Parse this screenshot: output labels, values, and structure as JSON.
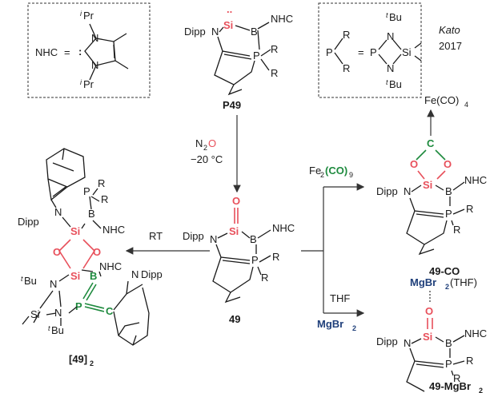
{
  "legend_nhc": {
    "label": "NHC",
    "eq": "=",
    "ipr_top": "Pr",
    "ipr_bottom": "Pr",
    "ipr_prefix": "i",
    "n_top": "N",
    "n_bottom": "N"
  },
  "legend_pr2": {
    "p": "P",
    "r_top": "R",
    "r_bottom": "R",
    "eq": "=",
    "p2": "P",
    "tbu_top": "Bu",
    "tbu_bottom": "Bu",
    "tbu_prefix": "t",
    "n_top": "N",
    "n_bottom": "N",
    "si": "Si"
  },
  "reference": {
    "author": "Kato",
    "year": "2017"
  },
  "compounds": {
    "p49": {
      "label": "P49",
      "si": "Si",
      "dipp": "Dipp",
      "n": "N",
      "b": "B",
      "nhc": "NHC",
      "p": "P",
      "r1": "R",
      "r2": "R"
    },
    "c49": {
      "label": "49",
      "si": "Si",
      "o": "O",
      "dipp": "Dipp",
      "n": "N",
      "b": "B",
      "nhc": "NHC",
      "p": "P",
      "r1": "R",
      "r2": "R"
    },
    "dimer": {
      "label_main": "[49]",
      "label_sub": "2",
      "si_top": "Si",
      "si_bottom": "Si",
      "o1": "O",
      "o2": "O",
      "dipp": "Dipp",
      "n": "N",
      "b_top": "B",
      "b_bottom": "B",
      "nhc_top": "NHC",
      "nhc_bottom": "NHC",
      "p_top": "P",
      "p_bottom": "P",
      "r1": "R",
      "r2": "R",
      "n_dipp": "N",
      "dipp2": "Dipp",
      "tbu_top": "Bu",
      "tbu_bottom": "Bu",
      "tbu_prefix": "t",
      "c": "C",
      "n_ring1": "N",
      "n_ring2": "N",
      "si_ring": "Si"
    },
    "co": {
      "label": "49-CO",
      "fe": "Fe(CO)",
      "fe_sub": "4",
      "c": "C",
      "o1": "O",
      "o2": "O",
      "si": "Si",
      "dipp": "Dipp",
      "n": "N",
      "b": "B",
      "nhc": "NHC",
      "p": "P",
      "r1": "R",
      "r2": "R"
    },
    "mgbr": {
      "label_main": "49-MgBr",
      "label_sub": "2",
      "mg": "MgBr",
      "mg_sub": "2",
      "thf": "(THF)",
      "o": "O",
      "si": "Si",
      "dipp": "Dipp",
      "n": "N",
      "b": "B",
      "nhc": "NHC",
      "p": "P",
      "r1": "R",
      "r2": "R"
    }
  },
  "reagents": {
    "n2o": {
      "n": "N",
      "sub": "2",
      "o": "O"
    },
    "temp": "−20 °C",
    "rt": "RT",
    "fe2co": {
      "fe": "Fe",
      "sub1": "2",
      "co": "(CO)",
      "sub2": "9"
    },
    "thf": "THF",
    "mgbr2": {
      "mg": "MgBr",
      "sub": "2"
    }
  },
  "colors": {
    "silicon": "#e8505b",
    "green": "#1e8a3e",
    "blue": "#1f3f7a"
  }
}
